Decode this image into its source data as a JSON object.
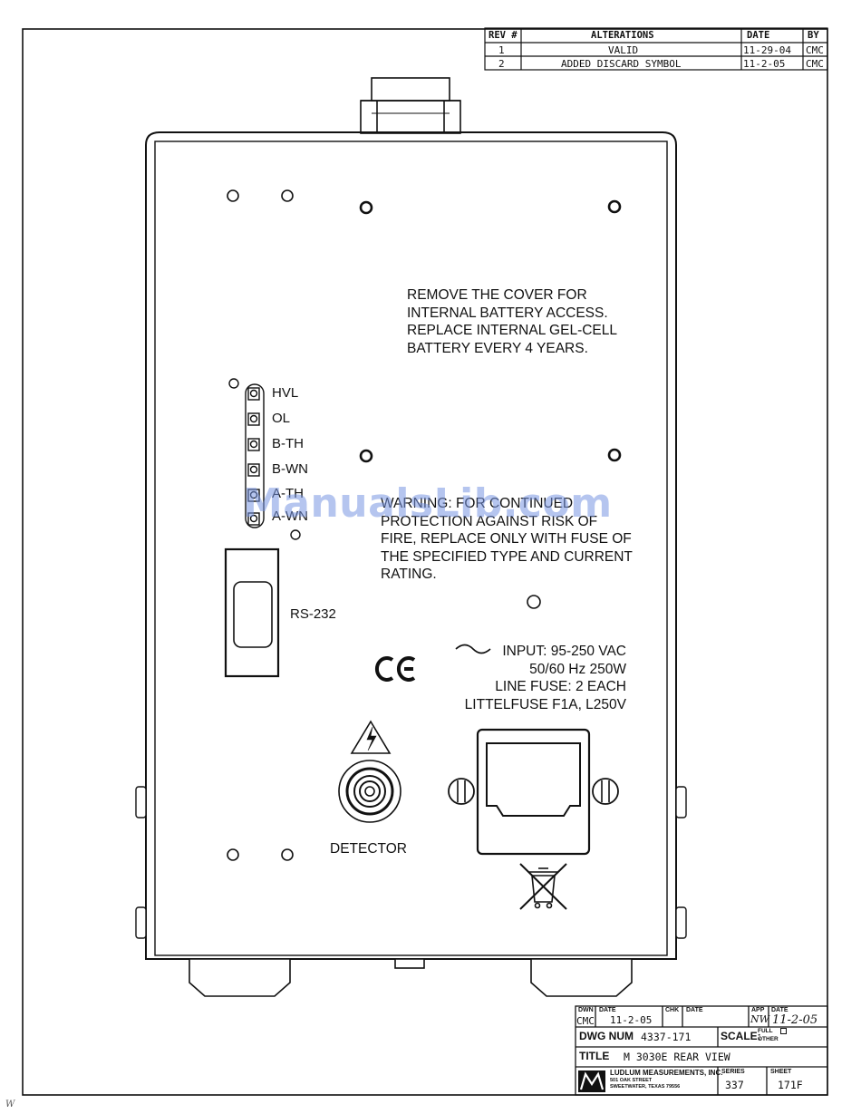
{
  "revision_block": {
    "headers": {
      "rev": "REV #",
      "alterations": "ALTERATIONS",
      "date": "DATE",
      "by": "BY"
    },
    "rows": [
      {
        "rev": "1",
        "alteration": "VALID",
        "date": "11-29-04",
        "by": "CMC"
      },
      {
        "rev": "2",
        "alteration": "ADDED DISCARD SYMBOL",
        "date": "11-2-05",
        "by": "CMC"
      }
    ]
  },
  "panel": {
    "battery_note": [
      "REMOVE THE COVER FOR",
      "INTERNAL BATTERY ACCESS.",
      "REPLACE INTERNAL GEL-CELL",
      "BATTERY EVERY 4 YEARS."
    ],
    "switch_labels": [
      "HVL",
      "OL",
      "B-TH",
      "B-WN",
      "A-TH",
      "A-WN"
    ],
    "warning_note": [
      "WARNING: FOR CONTINUED",
      "PROTECTION AGAINST RISK OF",
      "FIRE, REPLACE ONLY WITH FUSE OF",
      "THE SPECIFIED TYPE AND CURRENT",
      "RATING."
    ],
    "rs232_label": "RS-232",
    "ce_mark": "CE",
    "input_spec": [
      "INPUT: 95-250 VAC",
      "50/60 Hz 250W",
      "LINE FUSE: 2 EACH",
      "LITTELFUSE F1A, L250V"
    ],
    "detector_label": "DETECTOR"
  },
  "watermark": "ManualsLib.com",
  "title_block": {
    "dwn_label": "DWN",
    "dwn_value": "CMC",
    "date_label": "DATE",
    "dwn_date": "11-2-05",
    "chk_label": "CHK",
    "chk_date_label": "DATE",
    "app_label": "APP",
    "app_initials": "NW",
    "app_date_label": "DATE",
    "app_date": "11-2-05",
    "dwg_num_label": "DWG NUM",
    "dwg_num": "4337-171",
    "scale_label": "SCALE:",
    "scale_options": [
      "FULL",
      "OTHER"
    ],
    "title_label": "TITLE",
    "title": "M 3030E REAR VIEW",
    "company": [
      "LUDLUM MEASUREMENTS, INC.",
      "501 OAK STREET",
      "SWEETWATER, TEXAS 79556"
    ],
    "series_label": "SERIES",
    "series": "337",
    "sheet_label": "SHEET",
    "sheet": "171F"
  },
  "page_mark": "W"
}
